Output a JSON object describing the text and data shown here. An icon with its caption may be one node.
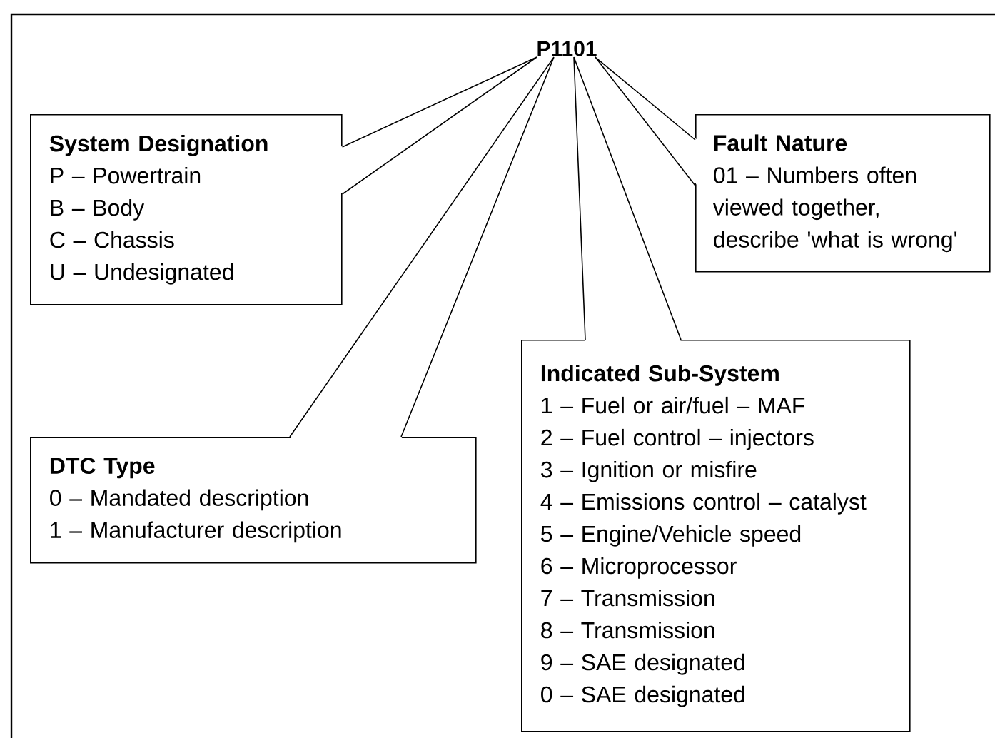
{
  "diagram": {
    "nodes": [
      {
        "text": [
          "P1101"
        ]
      },
      {
        "text": [
          "System Designation",
          "P – Powertrain",
          "B – Body",
          "C – Chassis",
          "U – Undesignated"
        ]
      },
      {
        "text": [
          "Fault Nature",
          "01 – Numbers often viewed together, describe 'what is wrong'"
        ]
      },
      {
        "text": [
          "DTC Type",
          "0 – Mandated description",
          "1 – Manufacturer description"
        ]
      },
      {
        "text": [
          "Indicated Sub-System",
          "1 – Fuel or air/fuel – MAF",
          "2 – Fuel control – injectors",
          "3 – Ignition or misfire",
          "4 – Emissions control – catalyst",
          "5 – Engine/Vehicle speed",
          "6 – Microprocessor",
          "7 – Transmission",
          "8 – Transmission",
          "9 – SAE designated",
          "0 – SAE designated"
        ]
      }
    ],
    "edges": [
      {
        "from": 0,
        "to": 1,
        "arrow": "none"
      },
      {
        "from": 0,
        "to": 3,
        "arrow": "none"
      },
      {
        "from": 0,
        "to": 4,
        "arrow": "none"
      },
      {
        "from": 0,
        "to": 2,
        "arrow": "none"
      }
    ]
  }
}
